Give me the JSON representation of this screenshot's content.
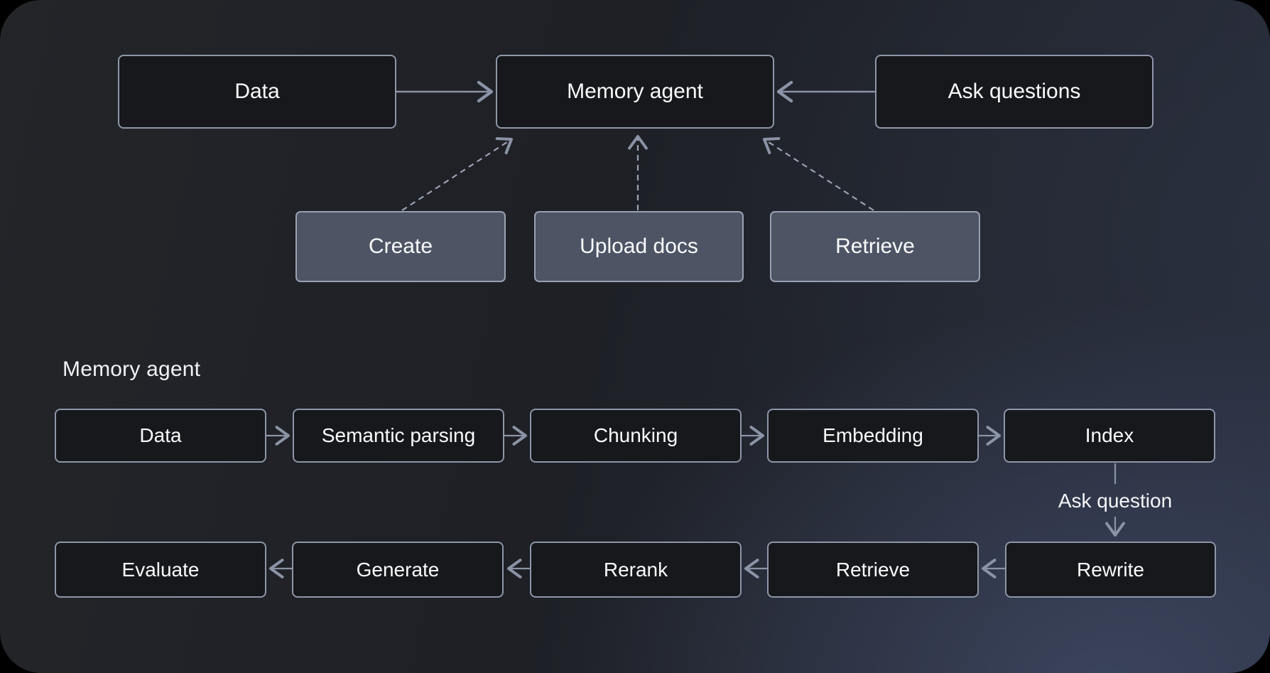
{
  "palette": {
    "outer_background": "#000000",
    "canvas_dark": "#1e2026",
    "canvas_blue_glow": "#525f86",
    "node_dark_fill": "#17181c",
    "node_dark_border": "#8e96a9",
    "node_gray_fill": "#4d5565",
    "node_gray_border": "#99a1b2",
    "connector": "#8b93a6",
    "text": "#fafbfc"
  },
  "top_flow": {
    "nodes": [
      {
        "id": "data",
        "label": "Data",
        "style": "dark"
      },
      {
        "id": "memory-agent",
        "label": "Memory agent",
        "style": "dark"
      },
      {
        "id": "ask-questions",
        "label": "Ask questions",
        "style": "dark"
      }
    ],
    "action_nodes": [
      {
        "id": "create",
        "label": "Create",
        "style": "gray"
      },
      {
        "id": "upload-docs",
        "label": "Upload docs",
        "style": "gray"
      },
      {
        "id": "retrieve",
        "label": "Retrieve",
        "style": "gray"
      }
    ],
    "edges": [
      {
        "from": "data",
        "to": "memory-agent",
        "line": "solid"
      },
      {
        "from": "ask-questions",
        "to": "memory-agent",
        "line": "solid"
      },
      {
        "from": "create",
        "to": "memory-agent",
        "line": "dashed"
      },
      {
        "from": "upload-docs",
        "to": "memory-agent",
        "line": "dashed"
      },
      {
        "from": "retrieve",
        "to": "memory-agent",
        "line": "dashed"
      }
    ]
  },
  "detail_flow": {
    "heading": "Memory agent",
    "ingest_row": [
      "Data",
      "Semantic parsing",
      "Chunking",
      "Embedding",
      "Index"
    ],
    "query_row": [
      "Evaluate",
      "Generate",
      "Rerank",
      "Retrieve",
      "Rewrite"
    ],
    "branch_label": "Ask question",
    "edges": [
      {
        "from": "data",
        "to": "semantic-parsing",
        "line": "solid"
      },
      {
        "from": "semantic-parsing",
        "to": "chunking",
        "line": "solid"
      },
      {
        "from": "chunking",
        "to": "embedding",
        "line": "solid"
      },
      {
        "from": "embedding",
        "to": "index",
        "line": "solid"
      },
      {
        "from": "index",
        "to": "rewrite",
        "line": "solid",
        "label": "Ask question"
      },
      {
        "from": "rewrite",
        "to": "retrieve",
        "line": "solid"
      },
      {
        "from": "retrieve",
        "to": "rerank",
        "line": "solid"
      },
      {
        "from": "rerank",
        "to": "generate",
        "line": "solid"
      },
      {
        "from": "generate",
        "to": "evaluate",
        "line": "solid"
      }
    ]
  }
}
